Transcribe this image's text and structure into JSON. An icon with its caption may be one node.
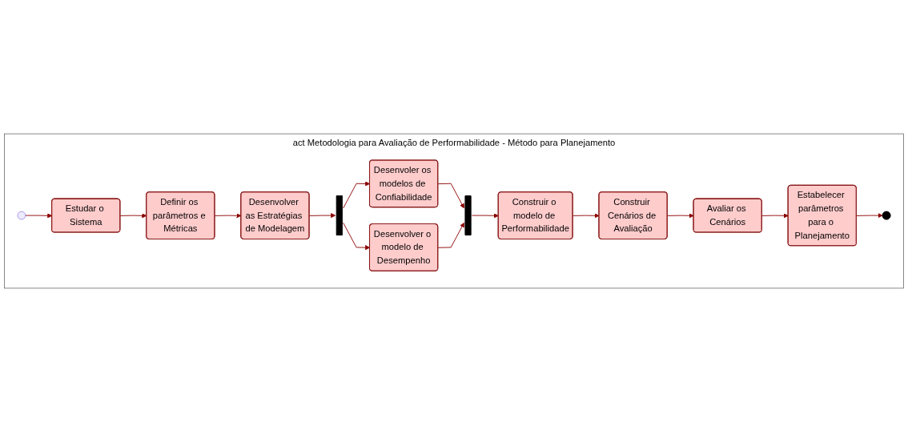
{
  "diagram": {
    "nodes": [
      {
        "text": [
          "act Metodologia para Avaliação de Performabilidade - Método para Planejamento"
        ]
      },
      {
        "text": [],
        "shape": "circle",
        "in": 0
      },
      {
        "text": [
          "Estudar o Sistema"
        ],
        "in": 0
      },
      {
        "text": [
          "Definir os parâmetros e Métricas"
        ],
        "in": 0
      },
      {
        "text": [
          "Desenvolver as Estratégias de Modelagem"
        ],
        "in": 0
      },
      {
        "text": [],
        "shape": "bar",
        "in": 0
      },
      {
        "text": [
          "Desenvoler os modelos de Confiabilidade"
        ],
        "in": 0
      },
      {
        "text": [
          "Desenvolver o modelo de Desempenho"
        ],
        "in": 0
      },
      {
        "text": [],
        "shape": "bar",
        "in": 0
      },
      {
        "text": [
          "Construir o modelo de Performabilidade"
        ],
        "in": 0
      },
      {
        "text": [
          "Construir Cenários de Avaliação"
        ],
        "in": 0
      },
      {
        "text": [
          "Avaliar os Cenários"
        ],
        "in": 0
      },
      {
        "text": [
          "Estabelecer parâmetros para o Planejamento"
        ],
        "in": 0
      },
      {
        "text": [],
        "shape": "circle",
        "in": 0
      }
    ],
    "edges": [
      {
        "from": 1,
        "to": 2,
        "arrow": "to"
      },
      {
        "from": 2,
        "to": 3,
        "arrow": "to"
      },
      {
        "from": 3,
        "to": 4,
        "arrow": "to"
      },
      {
        "from": 4,
        "to": 5,
        "arrow": "to"
      },
      {
        "from": 5,
        "to": 6,
        "arrow": "to"
      },
      {
        "from": 5,
        "to": 7,
        "arrow": "to"
      },
      {
        "from": 6,
        "to": 8,
        "arrow": "to"
      },
      {
        "from": 7,
        "to": 8,
        "arrow": "to"
      },
      {
        "from": 8,
        "to": 9,
        "arrow": "to"
      },
      {
        "from": 9,
        "to": 10,
        "arrow": "to"
      },
      {
        "from": 10,
        "to": 11,
        "arrow": "to"
      },
      {
        "from": 11,
        "to": 12,
        "arrow": "to"
      },
      {
        "from": 12,
        "to": 13,
        "arrow": "to"
      }
    ]
  }
}
